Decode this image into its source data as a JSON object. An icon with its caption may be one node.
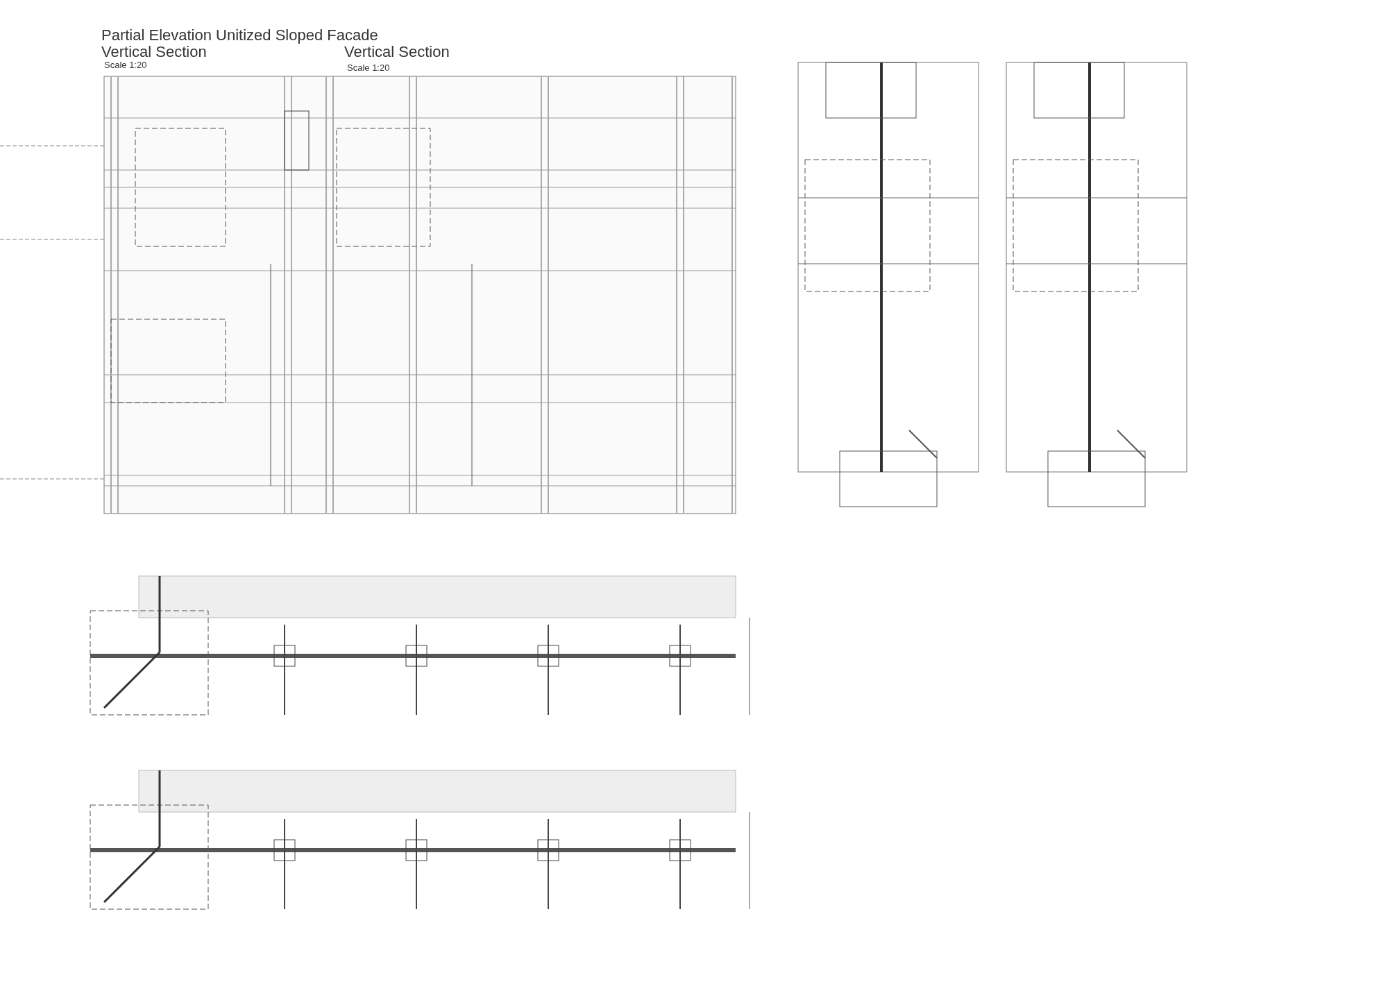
{
  "diagram": {
    "labels": [
      "Partial Elevation Unitized Sloped Facade",
      "Vertical Section",
      "Scale 1:20",
      "Vertical Section",
      "Scale 1:20"
    ]
  }
}
